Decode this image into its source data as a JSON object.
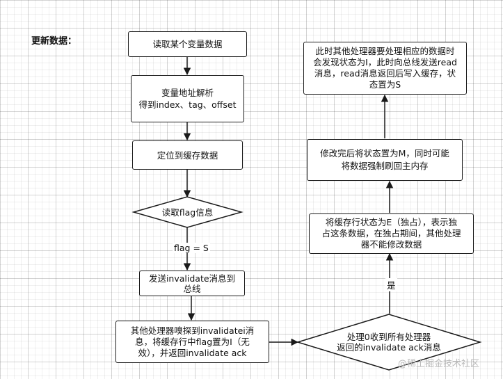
{
  "title": "更新数据：",
  "nodes": {
    "read_var": "读取某个变量数据",
    "parse_addr": "变量地址解析\n得到index、tag、offset",
    "locate_cache": "定位到缓存数据",
    "read_flag": "读取flag信息",
    "send_invalidate": "发送invalidate消息到\n总线",
    "other_snoop": "其他处理器嗅探到invalidatei消\n息，将缓存行中flag置为I（无\n效），并返回invalidate ack",
    "wait_ack": "处理0收到所有处理器\n返回的invalidate ack消息",
    "set_exclusive": "将缓存行状态为E（独占），表示独\n占这条数据，在独占期间，其他处理\n器不能修改数据",
    "modify_flush": "修改完后将状态置为M，同时可能\n将数据强制刷回主内存",
    "other_read": "此时其他处理器要处理相应的数据时\n会发现状态为I，此时向总线发送read\n消息，read消息返回后写入缓存，状\n态置为S"
  },
  "edge_labels": {
    "flag_eq_s": "flag = S",
    "yes": "是"
  },
  "watermark": "@稀土掘金技术社区"
}
